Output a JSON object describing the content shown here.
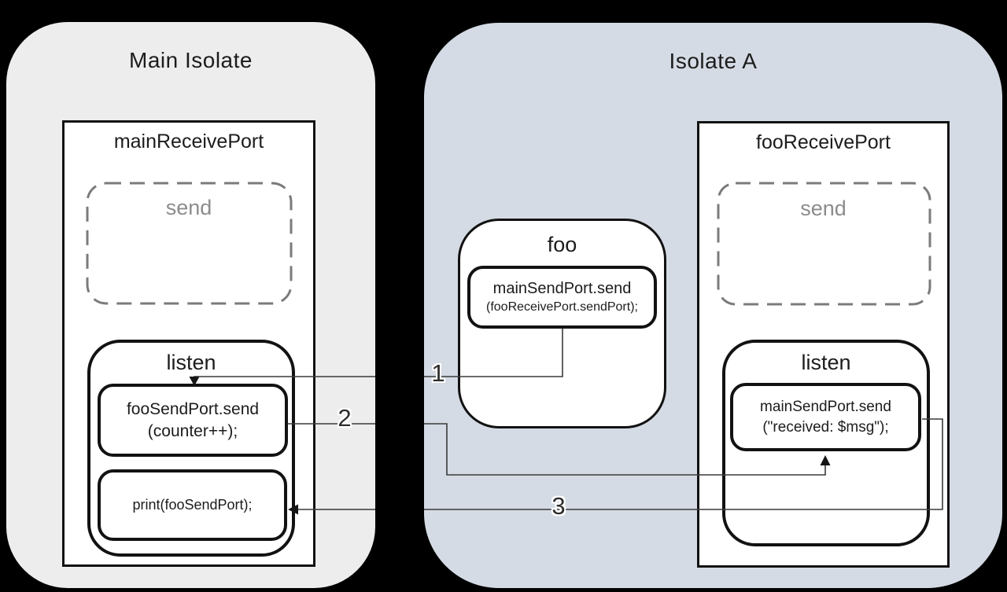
{
  "main_isolate": {
    "title": "Main Isolate",
    "receive_port": {
      "title": "mainReceivePort",
      "send_label": "send",
      "listen": {
        "title": "listen",
        "send_call_line1": "fooSendPort.send",
        "send_call_line2": "(counter++);",
        "print_call": "print(fooSendPort);"
      }
    }
  },
  "isolate_a": {
    "title": "Isolate A",
    "foo": {
      "title": "foo",
      "call_line1": "mainSendPort.send",
      "call_line2": "(fooReceivePort.sendPort);"
    },
    "receive_port": {
      "title": "fooReceivePort",
      "send_label": "send",
      "listen": {
        "title": "listen",
        "call_line1": "mainSendPort.send",
        "call_line2": "(\"received: $msg\");"
      }
    }
  },
  "arrows": {
    "one": "1",
    "two": "2",
    "three": "3"
  },
  "colors": {
    "canvas_bg": "#000000",
    "main_isolate_fill": "#ededed",
    "isolate_a_fill": "#d5dbe4",
    "box_fill": "#ffffff",
    "border": "#121212",
    "dashed_border": "#7b7b7b",
    "muted_text": "#8c8c8c",
    "connector": "#3a3a3a"
  }
}
